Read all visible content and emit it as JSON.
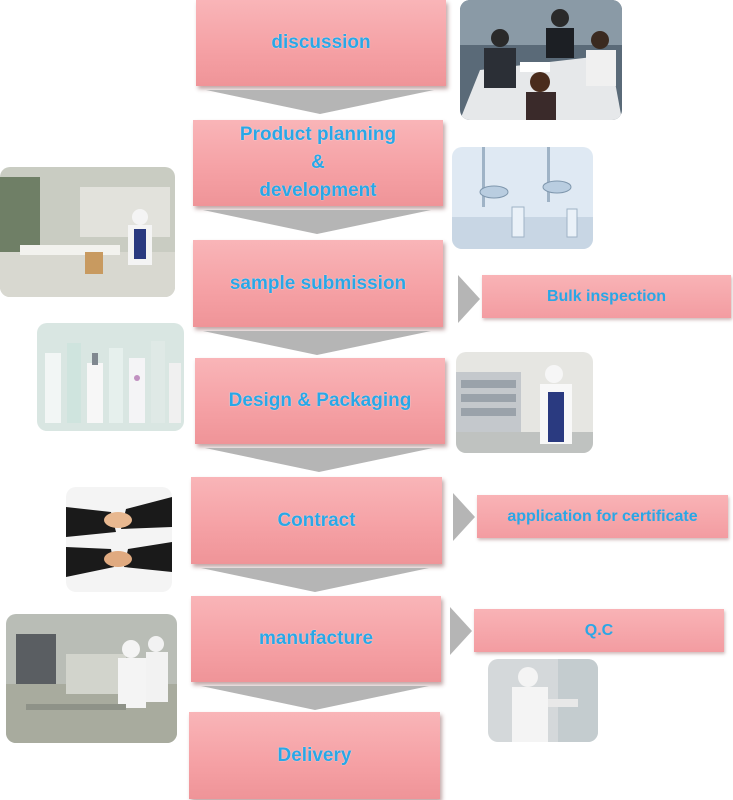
{
  "steps": [
    {
      "label": "discussion"
    },
    {
      "label": "Product planning\n&\ndevelopment"
    },
    {
      "label": "sample submission"
    },
    {
      "label": "Design & Packaging"
    },
    {
      "label": "Contract"
    },
    {
      "label": "manufacture"
    },
    {
      "label": "Delivery"
    }
  ],
  "side_steps": [
    {
      "label": "Bulk inspection"
    },
    {
      "label": "application for certificate"
    },
    {
      "label": "Q.C"
    }
  ],
  "colors": {
    "box_fill": "#f5a0a4",
    "text": "#2aa7e6",
    "arrow": "#b5b5b5"
  }
}
